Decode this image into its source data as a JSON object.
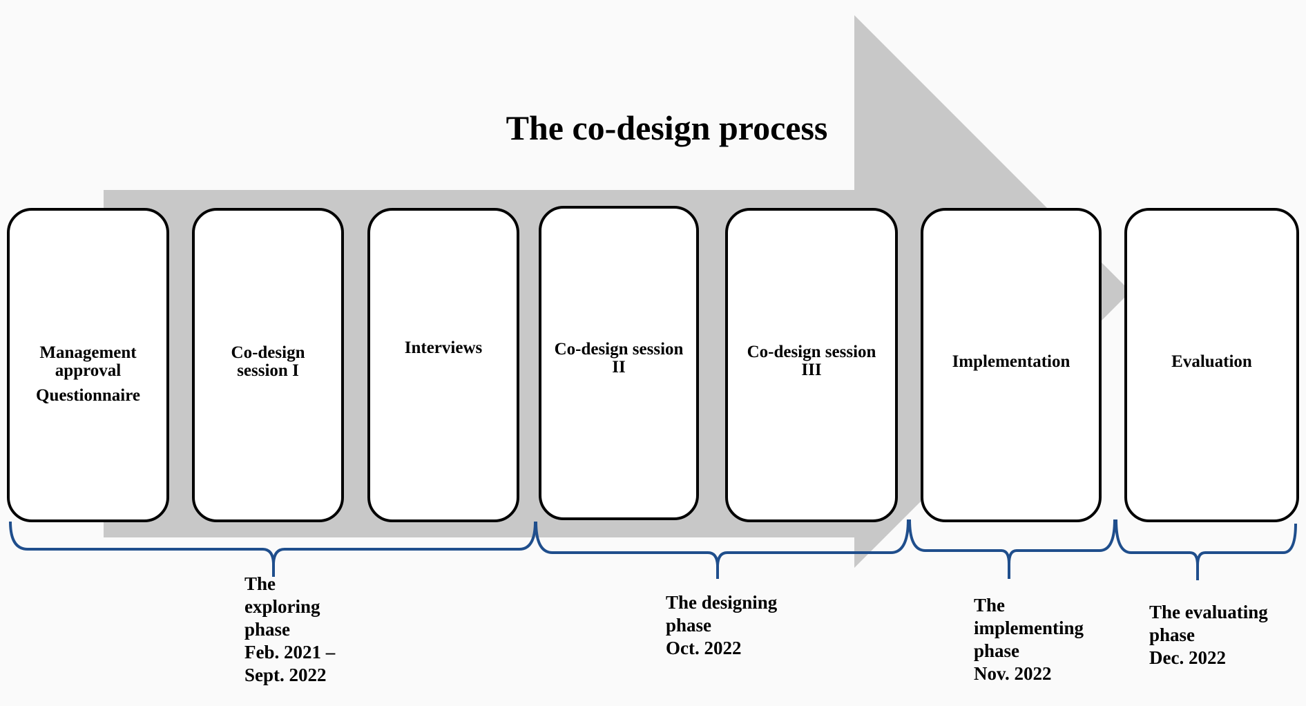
{
  "title": "The co-design process",
  "colors": {
    "arrow": "#c8c8c8",
    "box_border": "#000000",
    "box_fill": "#ffffff",
    "brace": "#1f4e8c",
    "background": "#fafafa"
  },
  "stages": [
    {
      "lines": [
        "Management approval",
        "Questionnaire"
      ]
    },
    {
      "lines": [
        "Co-design session I"
      ]
    },
    {
      "lines": [
        "Interviews"
      ]
    },
    {
      "lines": [
        "Co-design session II"
      ]
    },
    {
      "lines": [
        "Co-design session III"
      ]
    },
    {
      "lines": [
        "Implementation"
      ]
    },
    {
      "lines": [
        "Evaluation"
      ]
    }
  ],
  "phases": [
    {
      "lines": [
        "The",
        "exploring",
        "phase",
        "Feb. 2021 –",
        "Sept. 2022"
      ]
    },
    {
      "lines": [
        "The designing",
        "phase",
        "Oct. 2022"
      ]
    },
    {
      "lines": [
        "The",
        "implementing",
        "phase",
        "Nov. 2022"
      ]
    },
    {
      "lines": [
        "The evaluating",
        "phase",
        "Dec. 2022"
      ]
    }
  ]
}
